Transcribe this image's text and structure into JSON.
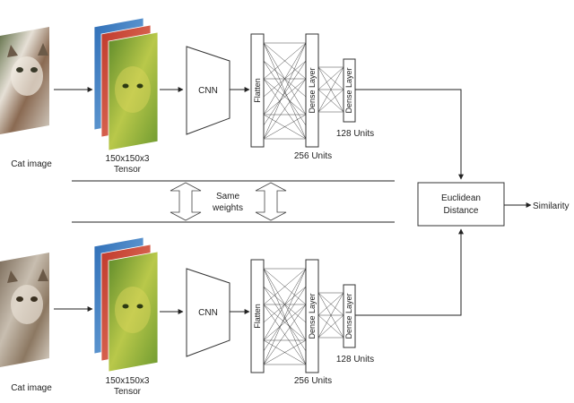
{
  "branches": {
    "top": {
      "input_label": "Cat image",
      "tensor_label_line1": "150x150x3",
      "tensor_label_line2": "Tensor",
      "cnn_label": "CNN",
      "flatten_label": "Flatten",
      "dense1_label": "Dense Layer",
      "dense2_label": "Dense Layer",
      "units_256": "256 Units",
      "units_128": "128 Units"
    },
    "bottom": {
      "input_label": "Cat image",
      "tensor_label_line1": "150x150x3",
      "tensor_label_line2": "Tensor",
      "cnn_label": "CNN",
      "flatten_label": "Flatten",
      "dense1_label": "Dense Layer",
      "dense2_label": "Dense Layer",
      "units_256": "256 Units",
      "units_128": "128 Units"
    }
  },
  "shared": {
    "line1": "Same",
    "line2": "weights"
  },
  "distance": {
    "line1": "Euclidean",
    "line2": "Distance"
  },
  "output_label": "Similarity",
  "colors": {
    "stroke": "#222222",
    "cat_fur_light": "#d8d2c8",
    "cat_fur_dark": "#6b5a48",
    "channel_red": "#c94a3a",
    "channel_blue": "#3a7fc9",
    "channel_green": "#9bbf3a"
  }
}
